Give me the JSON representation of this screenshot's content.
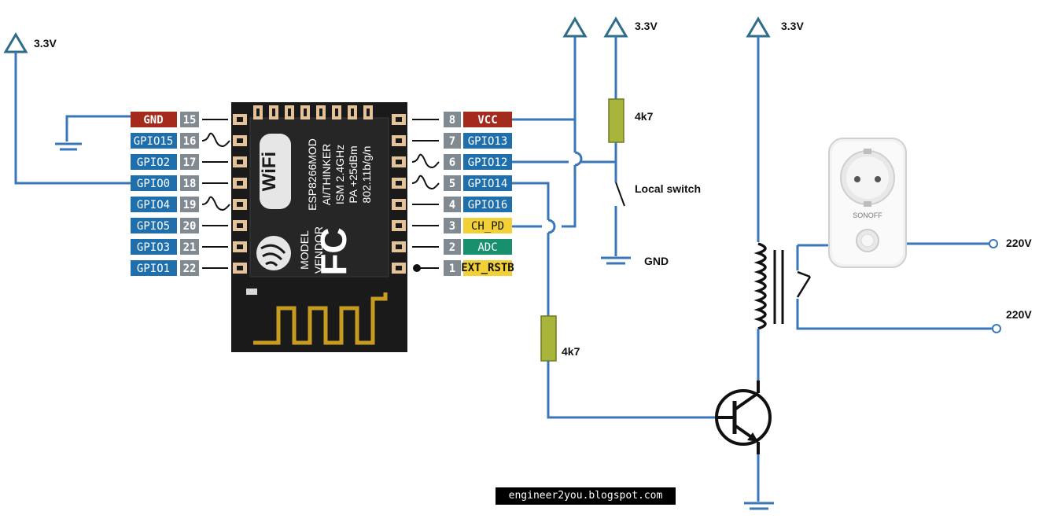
{
  "colors": {
    "wire": "#3a77b8",
    "gpio_badge": "#1f6fad",
    "gnd_badge": "#a52a1e",
    "vcc_badge": "#a52a1e",
    "ch_pd_badge": "#f2d136",
    "adc_badge": "#18906e",
    "ext_rstb_badge": "#f2d136",
    "pin_number_badge": "#818a91",
    "resistor": "#a9b43a",
    "module_body": "#1a1a1a",
    "pad": "#e4c39a",
    "antenna": "#c79c20"
  },
  "module": {
    "lines": [
      "ESP8266MOD",
      "AI/THINKER",
      "ISM 2.4GHz",
      "PA +25dBm",
      "802.11b/g/n"
    ],
    "model_label": "MODEL",
    "vendor_label": "VENDOR",
    "wifi_logo": "WiFi",
    "fcc_logo": "FC"
  },
  "left_pins": [
    {
      "label": "GND",
      "number": "15",
      "kind": "gnd"
    },
    {
      "label": "GPIO15",
      "number": "16",
      "kind": "gpio"
    },
    {
      "label": "GPIO2",
      "number": "17",
      "kind": "gpio"
    },
    {
      "label": "GPIO0",
      "number": "18",
      "kind": "gpio"
    },
    {
      "label": "GPIO4",
      "number": "19",
      "kind": "gpio"
    },
    {
      "label": "GPIO5",
      "number": "20",
      "kind": "gpio"
    },
    {
      "label": "GPIO3",
      "number": "21",
      "kind": "gpio"
    },
    {
      "label": "GPIO1",
      "number": "22",
      "kind": "gpio"
    }
  ],
  "right_pins": [
    {
      "label": "VCC",
      "number": "8",
      "kind": "vcc"
    },
    {
      "label": "GPIO13",
      "number": "7",
      "kind": "gpio"
    },
    {
      "label": "GPIO12",
      "number": "6",
      "kind": "gpio"
    },
    {
      "label": "GPIO14",
      "number": "5",
      "kind": "gpio"
    },
    {
      "label": "GPIO16",
      "number": "4",
      "kind": "gpio"
    },
    {
      "label": "CH_PD",
      "number": "3",
      "kind": "ch_pd"
    },
    {
      "label": "ADC",
      "number": "2",
      "kind": "adc"
    },
    {
      "label": "EXT_RSTB",
      "number": "1",
      "kind": "ext_rstb"
    }
  ],
  "labels": {
    "vcc_left": "3.3V",
    "vcc_switch": "3.3V",
    "vcc_relay": "3.3V",
    "resistor_top": "4k7",
    "resistor_bottom": "4k7",
    "local_switch": "Local switch",
    "gnd": "GND",
    "mains_top": "220V",
    "mains_bottom": "220V",
    "sonoff_brand": "SONOFF",
    "caption": "engineer2you.blogspot.com"
  }
}
